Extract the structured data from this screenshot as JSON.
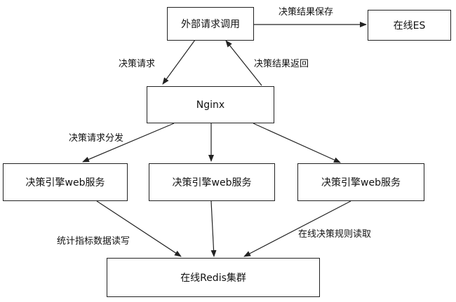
{
  "diagram": {
    "nodes": {
      "external_call": "外部请求调用",
      "online_es": "在线ES",
      "nginx": "Nginx",
      "engine_left": "决策引擎web服务",
      "engine_middle": "决策引擎web服务",
      "engine_right": "决策引擎web服务",
      "redis_cluster": "在线Redis集群"
    },
    "edges": {
      "save_result": "决策结果保存",
      "decision_request": "决策请求",
      "return_result": "决策结果返回",
      "dispatch_request": "决策请求分发",
      "stats_read_write": "统计指标数据读写",
      "rules_read": "在线决策规则读取"
    }
  }
}
